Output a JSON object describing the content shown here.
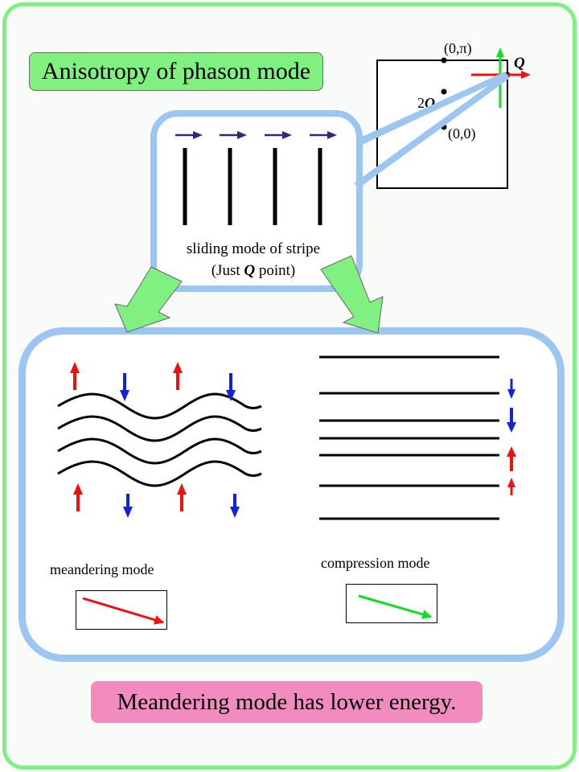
{
  "title": "Anisotropy of phason mode",
  "brillouin_zone": {
    "label_0_pi": "(0,π)",
    "label_0_0": "(0,0)",
    "label_2": "2",
    "label_Q_small": "Q",
    "label_Q": "Q"
  },
  "stripe_panel": {
    "caption_line1": "sliding mode of stripe",
    "caption_pre": "(Just ",
    "caption_q": "Q",
    "caption_post": " point)"
  },
  "modes": {
    "meandering_label": "meandering mode",
    "compression_label": "compression mode"
  },
  "conclusion": "Meandering mode has lower energy.",
  "colors": {
    "frame_border": "#80f080",
    "title_bg": "#80f080",
    "panel_border": "#9cc6f2",
    "big_arrows": "#80f080",
    "conclusion_bg": "#f38cbe",
    "arrow_red": "#ee1111",
    "arrow_blue": "#1122dd",
    "arrow_green": "#11dd22",
    "slide_arrow": "#2a2a80"
  }
}
